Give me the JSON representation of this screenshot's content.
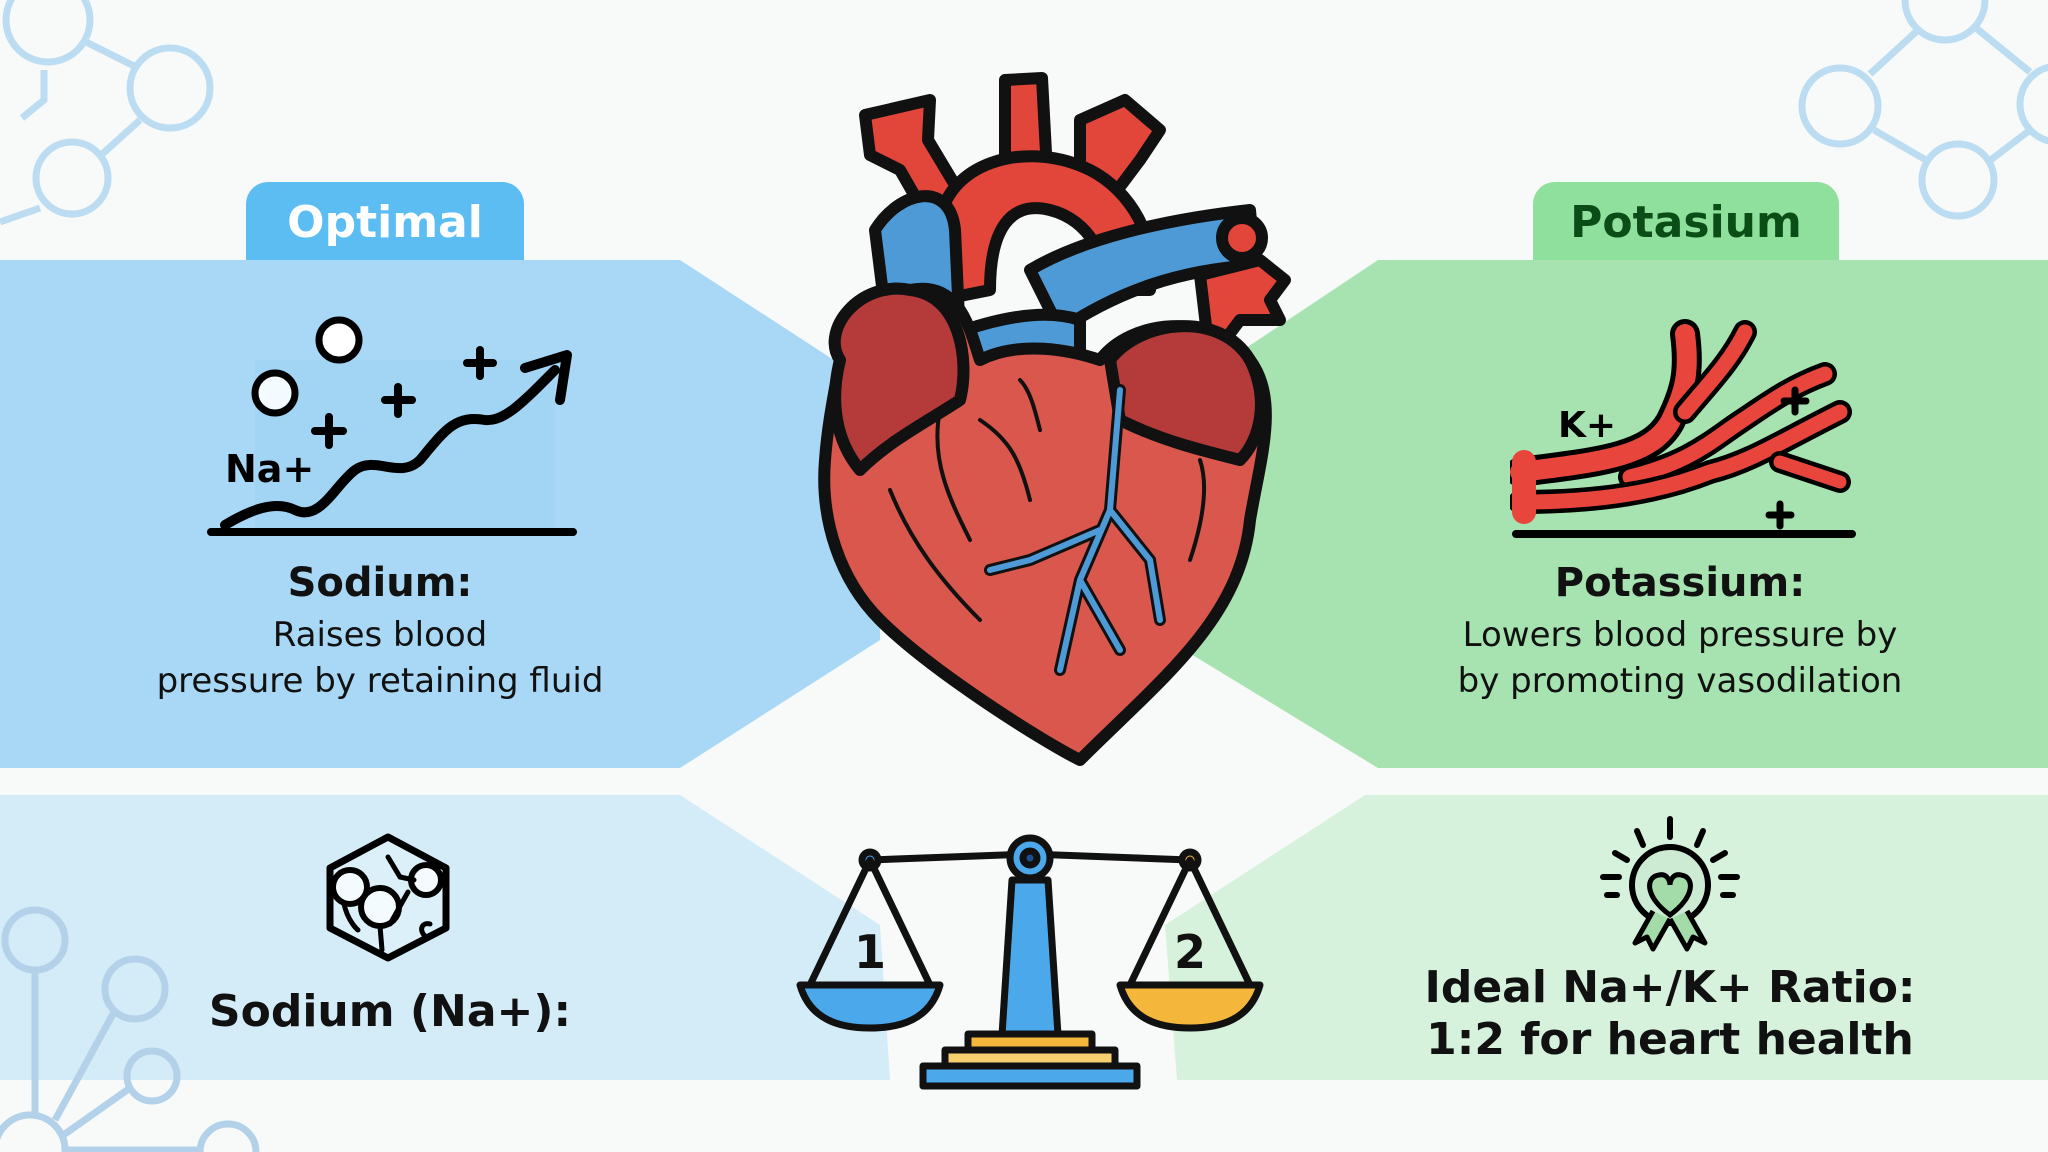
{
  "colors": {
    "sodium_panel": "#a9d8f6",
    "sodium_panel_light": "#d3ecf8",
    "potassium_panel": "#a6e3b0",
    "potassium_panel_light": "#d6f2dc",
    "optimal_tab": "#5cbdf3",
    "potassium_tab": "#8fdf9d",
    "heart_red": "#e2453a",
    "vein_blue": "#4e9ad6",
    "scale_blue": "#4ba8ea",
    "scale_gold": "#f4b73c",
    "molecule_decor": "#bcdcf1"
  },
  "top_left": {
    "tab_label": "Optimal",
    "icon": "sodium-rising-graph-icon",
    "icon_label": "Na+",
    "title": "Sodium:",
    "description_line1": "Raises blood",
    "description_line2": "pressure by retaining fluid"
  },
  "top_right": {
    "tab_label": "Potasium",
    "icon": "dilating-blood-vessels-icon",
    "icon_label": "K+",
    "title": "Potassium:",
    "description_line1": "Lowers blood pressure by",
    "description_line2": "by promoting vasodilation"
  },
  "center": {
    "illustration": "anatomical-heart-icon"
  },
  "bottom_left": {
    "icon": "salt-crystal-molecule-icon",
    "label": "Sodium (Na+):"
  },
  "bottom_center": {
    "icon": "balance-scale-icon",
    "left_pan_value": "1",
    "right_pan_value": "2"
  },
  "bottom_right": {
    "icon": "heart-ribbon-award-icon",
    "label_line1": "Ideal Na+/K+ Ratio:",
    "label_line2": "1:2 for heart health"
  }
}
